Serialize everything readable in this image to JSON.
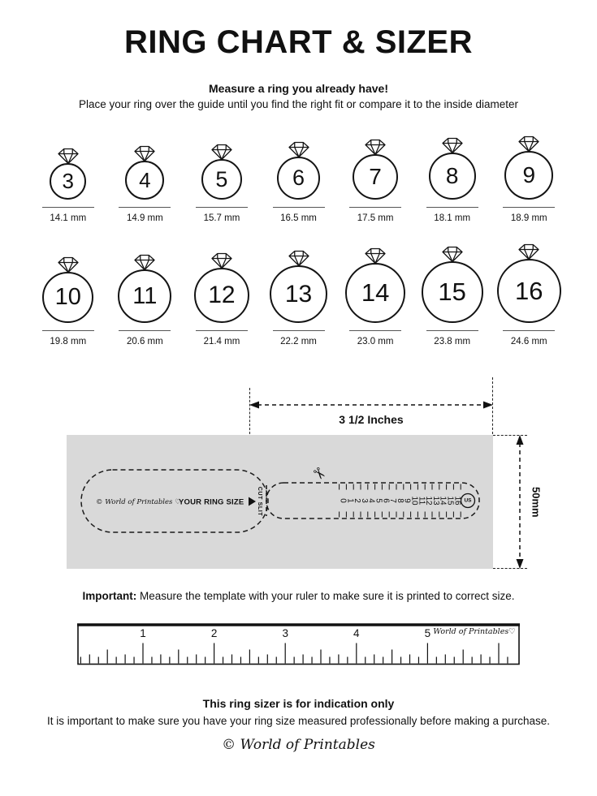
{
  "header": {
    "title": "RING CHART & SIZER",
    "subtitle_bold": "Measure a ring you already have!",
    "subtitle": "Place your ring over the guide until you find the right fit or compare it to the inside diameter"
  },
  "ring_chart": {
    "rows": [
      [
        {
          "size": "3",
          "diameter_mm": 14.1,
          "label": "14.1 mm"
        },
        {
          "size": "4",
          "diameter_mm": 14.9,
          "label": "14.9 mm"
        },
        {
          "size": "5",
          "diameter_mm": 15.7,
          "label": "15.7 mm"
        },
        {
          "size": "6",
          "diameter_mm": 16.5,
          "label": "16.5 mm"
        },
        {
          "size": "7",
          "diameter_mm": 17.5,
          "label": "17.5 mm"
        },
        {
          "size": "8",
          "diameter_mm": 18.1,
          "label": "18.1 mm"
        },
        {
          "size": "9",
          "diameter_mm": 18.9,
          "label": "18.9 mm"
        }
      ],
      [
        {
          "size": "10",
          "diameter_mm": 19.8,
          "label": "19.8 mm"
        },
        {
          "size": "11",
          "diameter_mm": 20.6,
          "label": "20.6 mm"
        },
        {
          "size": "12",
          "diameter_mm": 21.4,
          "label": "21.4 mm"
        },
        {
          "size": "13",
          "diameter_mm": 22.2,
          "label": "22.2 mm"
        },
        {
          "size": "14",
          "diameter_mm": 23.0,
          "label": "23.0 mm"
        },
        {
          "size": "15",
          "diameter_mm": 23.8,
          "label": "23.8 mm"
        },
        {
          "size": "16",
          "diameter_mm": 24.6,
          "label": "24.6 mm"
        }
      ]
    ]
  },
  "sizer": {
    "width_label": "3 1/2 Inches",
    "height_label": "50mm",
    "brand": "© World of Printables ♡",
    "ring_size_label": "YOUR RING SIZE",
    "cut_slit_label": "CUT SLIT",
    "scale_numbers": [
      "0",
      "1",
      "2",
      "3",
      "4",
      "5",
      "6",
      "7",
      "8",
      "9",
      "10",
      "11",
      "12",
      "13",
      "14",
      "15",
      "16"
    ],
    "us_label": "US"
  },
  "icons": {
    "scissors": "✂"
  },
  "important_note": {
    "bold": "Important:",
    "text": "Measure the template with your ruler to make sure it is printed to correct size."
  },
  "ruler": {
    "inch_numbers": [
      "1",
      "2",
      "3",
      "4",
      "5"
    ],
    "brand": "World of Printables♡"
  },
  "footer": {
    "bold_line": "This ring sizer is for indication only",
    "text_line": "It is important to make sure you have your ring size measured professionally before making a purchase.",
    "logo": "© World of Printables"
  },
  "colors": {
    "ink": "#111111",
    "template_box": "#d9d9d9"
  }
}
